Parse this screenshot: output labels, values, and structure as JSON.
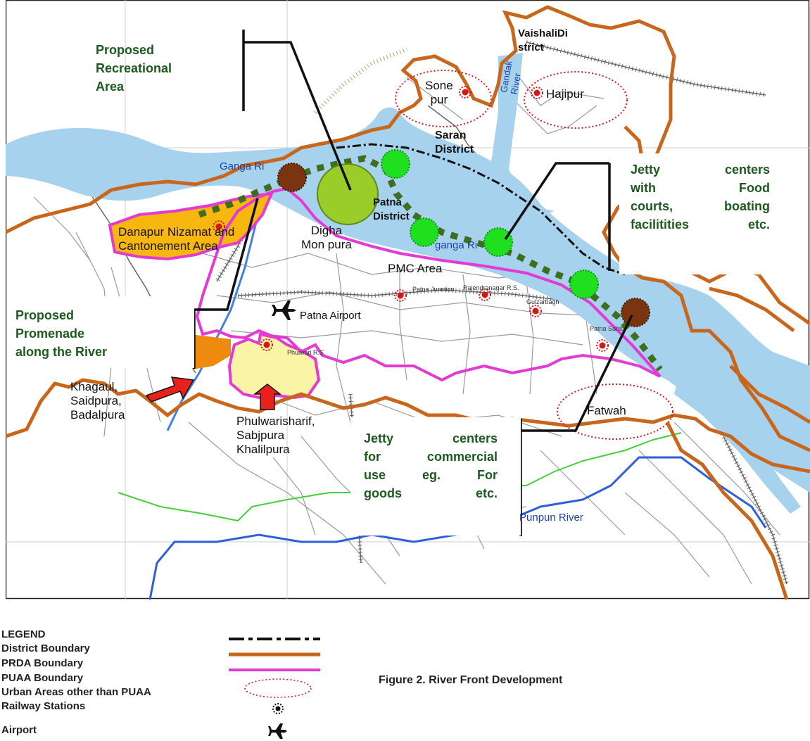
{
  "map": {
    "annotations": {
      "recreational": [
        "Proposed",
        "Recreational",
        "Area"
      ],
      "promenade": [
        "Proposed",
        "Promenade",
        "along the River"
      ],
      "jetty_food": [
        "Jetty centers",
        "with Food",
        "courts, boating",
        "facilitities etc."
      ],
      "jetty_commercial": [
        "Jetty centers",
        "for commercial",
        "use eg. For",
        "goods etc."
      ]
    },
    "places": {
      "vaishali": [
        "VaishaliDi",
        "strict"
      ],
      "sonepur": [
        "Sone",
        "pur"
      ],
      "hajipur": "Hajipur",
      "saran": [
        "Saran",
        "District"
      ],
      "gandak_river": [
        "Gandak",
        "River"
      ],
      "ganga_river_west": "Ganga Ri",
      "ganga_river_east": "ganga Ri",
      "patna_district": [
        "Patna",
        "District"
      ],
      "danapur": [
        "Danapur Nizamat and",
        "Cantonement Area"
      ],
      "digha": [
        "Digha",
        "Mon pura"
      ],
      "pmc_area": "PMC Area",
      "patna_airport": "Patna Airport",
      "khagaul": [
        "Khagaul,",
        "Saidpura,",
        "Badalpura"
      ],
      "phulwarisharif": [
        "Phulwarisharif,",
        "Sabjpura",
        "Khalilpura"
      ],
      "fatwah": "Fatwah",
      "punpun_river": "Punpun River"
    },
    "station_labels": [
      "Patna Junction",
      "Rajendranagar R.S.",
      "Gulzarbagh",
      "Patna Sahib",
      "Phulwari R.S."
    ],
    "colors": {
      "river": "#a7d2ee",
      "district_boundary": "#c8661c",
      "prda_boundary": "#c8661c",
      "puaa_boundary": "#e33ad4",
      "jetty_food": "#1fe01f",
      "recreational": "#9acc2a",
      "danapur_area": "#f7b70f",
      "khagaul_area": "#ee8a0e",
      "phulwari_area": "#faf5a6",
      "station": "#d21818",
      "arrow": "#e8221a",
      "punpun_river": "#2e5fd9",
      "secondary_boundary": "#43d03a",
      "promenade_dash": "#3f6e1e",
      "jetty_commercial": "#7a3510"
    }
  },
  "legend": {
    "title": "LEGEND",
    "items": [
      {
        "label": "District Boundary",
        "symbol": "dash-dot-line"
      },
      {
        "label": "PRDA Boundary",
        "symbol": "orange-line"
      },
      {
        "label": "PUAA Boundary",
        "symbol": "magenta-line"
      },
      {
        "label": "Urban Areas other than PUAA",
        "symbol": "red-dotted-ellipse"
      },
      {
        "label": "Railway Stations",
        "symbol": "station-icon"
      },
      {
        "label": "Airport",
        "symbol": "airplane-icon"
      }
    ]
  },
  "figure_caption": "Figure 2. River Front Development"
}
